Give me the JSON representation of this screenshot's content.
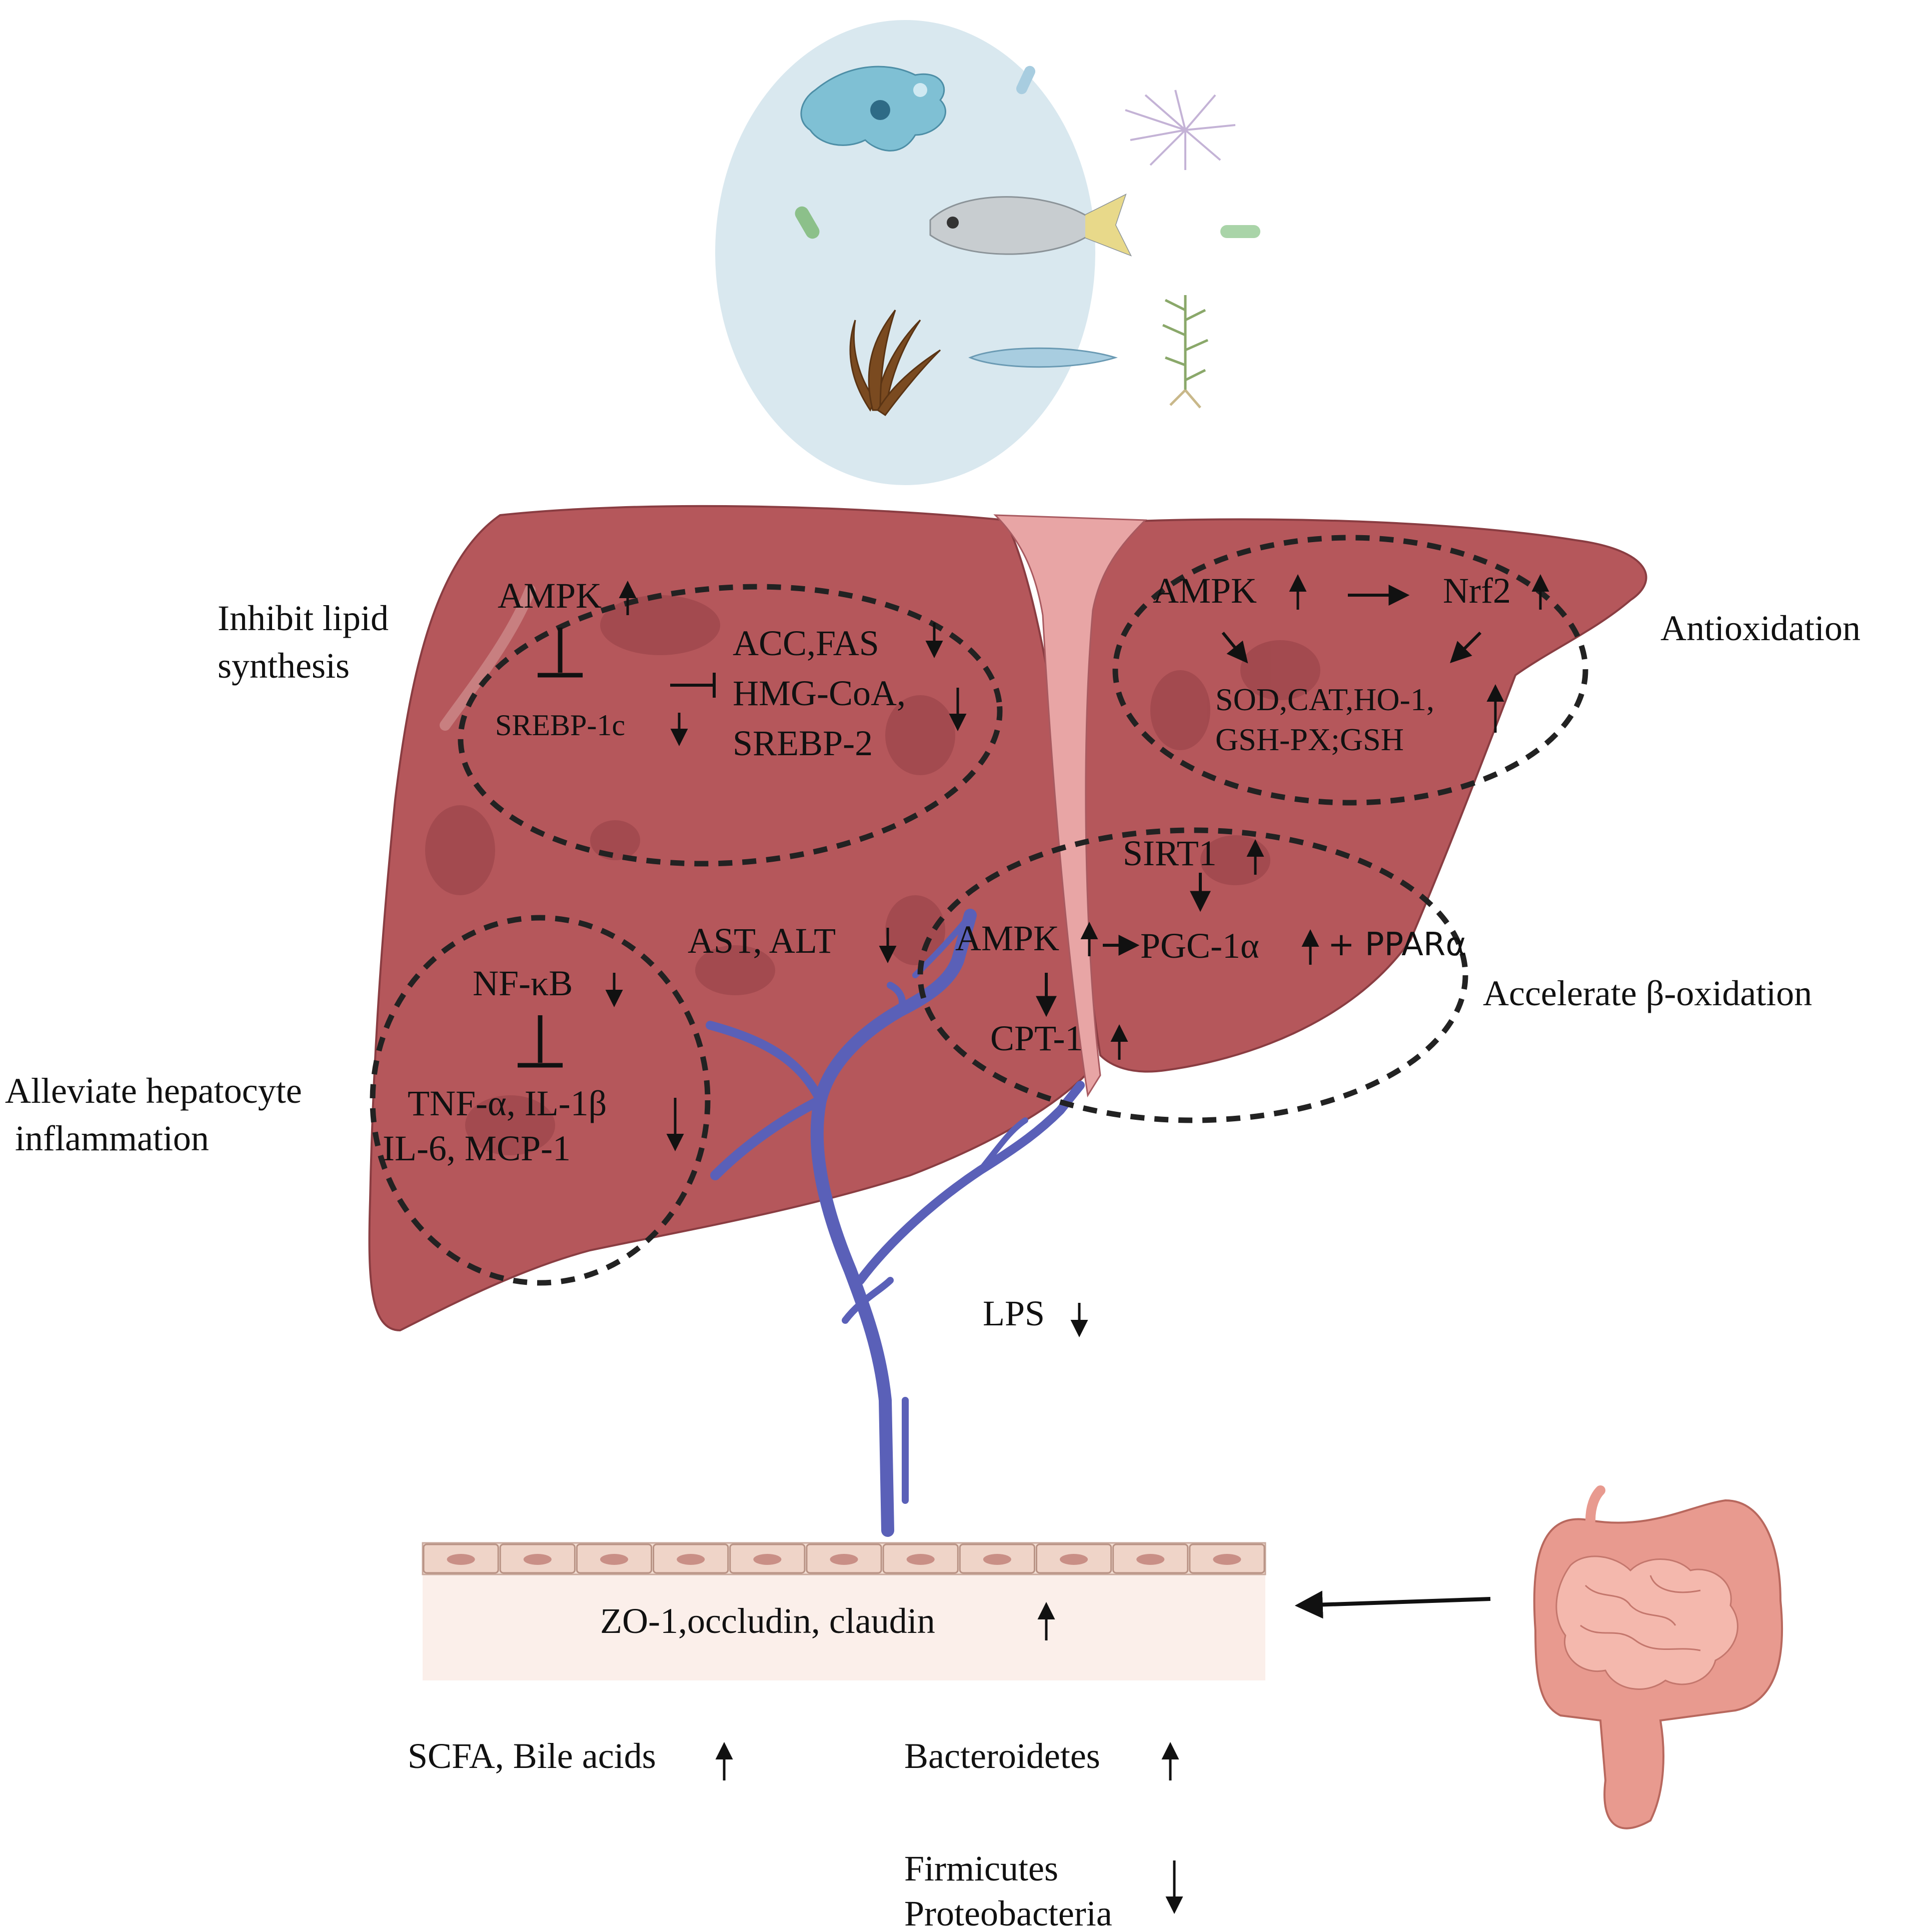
{
  "labels": {
    "inhibit_lipid": [
      "Inhibit lipid",
      "synthesis"
    ],
    "antioxidation": "Antioxidation",
    "alleviate": [
      "Alleviate hepatocyte",
      "inflammation"
    ],
    "accelerate": "Accelerate β-oxidation"
  },
  "lipid": {
    "ampk": "AMPK",
    "srebp1c": "SREBP-1c",
    "targets": [
      "ACC,FAS",
      "HMG-CoA,",
      "SREBP-2"
    ]
  },
  "antiox": {
    "ampk": "AMPK",
    "nrf2": "Nrf2",
    "targets": [
      "SOD,CAT,HO-1,",
      "GSH-PX;GSH"
    ]
  },
  "inflammation": {
    "nfkb": "NF-κB",
    "targets": [
      "TNF-α, IL-1β",
      "IL-6, MCP-1"
    ]
  },
  "beta_ox": {
    "sirt1": "SIRT1",
    "ampk": "AMPK",
    "pgc": "PGC-1α",
    "ppar": "+ PPARα",
    "cpt": "CPT-1"
  },
  "liver_markers": "AST, ALT",
  "lps": "LPS",
  "barrier": "ZO-1,occludin, claudin",
  "gut": {
    "scfa": "SCFA, Bile acids",
    "bacteroidetes": "Bacteroidetes",
    "firmicutes": "Firmicutes",
    "proteobacteria": "Proteobacteria"
  },
  "colors": {
    "liver": "#b5575b",
    "liver_dark": "#933f45",
    "vein": "#5a60b8",
    "marine_bg": "#d9e8ef",
    "epithelium": "#f2ddd2",
    "intestine": "#e89a8f"
  }
}
